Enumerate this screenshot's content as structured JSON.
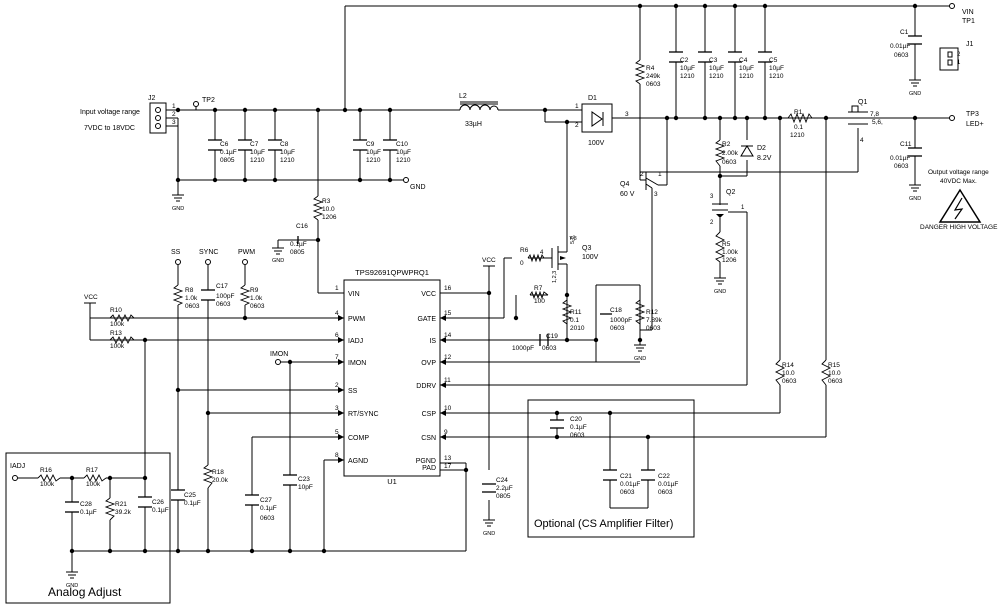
{
  "ic": {
    "part": "TPS92691QPWPRQ1",
    "ref": "U1",
    "pins_left": [
      {
        "num": "1",
        "name": "VIN"
      },
      {
        "num": "4",
        "name": "PWM"
      },
      {
        "num": "6",
        "name": "IADJ"
      },
      {
        "num": "7",
        "name": "IMON"
      },
      {
        "num": "2",
        "name": "SS"
      },
      {
        "num": "3",
        "name": "RT/SYNC"
      },
      {
        "num": "5",
        "name": "COMP"
      },
      {
        "num": "8",
        "name": "AGND"
      }
    ],
    "pins_right": [
      {
        "num": "16",
        "name": "VCC"
      },
      {
        "num": "15",
        "name": "GATE"
      },
      {
        "num": "14",
        "name": "IS"
      },
      {
        "num": "12",
        "name": "OVP"
      },
      {
        "num": "11",
        "name": "DDRV"
      },
      {
        "num": "10",
        "name": "CSP"
      },
      {
        "num": "9",
        "name": "CSN"
      },
      {
        "num": "13",
        "name": "PGND"
      },
      {
        "num": "17",
        "name": "PAD"
      }
    ]
  },
  "input": {
    "connector": "J2",
    "range_label": "Input voltage range",
    "range_value": "7VDC to 18VDC",
    "testpoint": "TP2",
    "pins": [
      "1",
      "2",
      "3"
    ]
  },
  "output": {
    "vin_label": "VIN",
    "tp1": "TP1",
    "connector": "J1",
    "j1_pins": [
      "2",
      "1"
    ],
    "tp3": "TP3",
    "led_label": "LED+",
    "range_label": "Output voltage range",
    "range_value": "40VDC Max.",
    "warning": "DANGER HIGH VOLTAGE"
  },
  "nets": {
    "gnd": "GND",
    "vcc": "VCC",
    "ss": "SS",
    "sync": "SYNC",
    "pwm": "PWM",
    "imon": "IMON",
    "iadj": "IADJ"
  },
  "components": {
    "C6": [
      "C6",
      "0.1µF",
      "0805"
    ],
    "C7": [
      "C7",
      "10µF",
      "1210"
    ],
    "C8": [
      "C8",
      "10µF",
      "1210"
    ],
    "C9": [
      "C9",
      "10µF",
      "1210"
    ],
    "C10": [
      "C10",
      "10µF",
      "1210"
    ],
    "L2": [
      "L2",
      "33µH"
    ],
    "D1": [
      "D1",
      "100V"
    ],
    "R4": [
      "R4",
      "249k",
      "0603"
    ],
    "C2": [
      "C2",
      "10µF",
      "1210"
    ],
    "C3": [
      "C3",
      "10µF",
      "1210"
    ],
    "C4": [
      "C4",
      "10µF",
      "1210"
    ],
    "C5": [
      "C5",
      "10µF",
      "1210"
    ],
    "C1": [
      "C1",
      "0.01µF",
      "0603"
    ],
    "R1": [
      "R1",
      "0.1",
      "1210"
    ],
    "Q1": [
      "Q1",
      "5,6,",
      "7,8",
      "4"
    ],
    "C11": [
      "C11",
      "0.01µF",
      "0603"
    ],
    "R2": [
      "R2",
      "2.00k",
      "0603"
    ],
    "D2": [
      "D2",
      "8.2V"
    ],
    "Q2": [
      "Q2"
    ],
    "Q4": [
      "Q4",
      "60 V"
    ],
    "R5": [
      "R5",
      "1.00k",
      "1206"
    ],
    "R3": [
      "R3",
      "10.0",
      "1206"
    ],
    "C16": [
      "C16",
      "0.1µF",
      "0805"
    ],
    "R6": [
      "R6",
      "0"
    ],
    "Q3": [
      "Q3",
      "100V",
      "5,6,",
      "7,8",
      "1,2,3",
      "4"
    ],
    "R7": [
      "R7",
      "100"
    ],
    "R11": [
      "R11",
      "0.1",
      "2010"
    ],
    "C18": [
      "C18",
      "1000pF",
      "0603"
    ],
    "R12": [
      "R12",
      "7.89k",
      "0603"
    ],
    "C19": [
      "C19",
      "1000pF",
      "0603"
    ],
    "R8": [
      "R8",
      "1.0k",
      "0603"
    ],
    "C17": [
      "C17",
      "100pF",
      "0603"
    ],
    "R9": [
      "R9",
      "1.0k",
      "0603"
    ],
    "R10": [
      "R10",
      "100k"
    ],
    "R13": [
      "R13",
      "100k"
    ],
    "R14": [
      "R14",
      "10.0",
      "0603"
    ],
    "R15": [
      "R15",
      "10.0",
      "0603"
    ],
    "C20": [
      "C20",
      "0.1µF",
      "0603"
    ],
    "C21": [
      "C21",
      "0.01µF",
      "0603"
    ],
    "C22": [
      "C22",
      "0.01µF",
      "0603"
    ],
    "C24": [
      "C24",
      "2.2µF",
      "0805"
    ],
    "R16": [
      "R16",
      "100k"
    ],
    "R17": [
      "R17",
      "100k"
    ],
    "C28": [
      "C28",
      "0.1µF"
    ],
    "R21": [
      "R21",
      "39.2k"
    ],
    "C26": [
      "C26",
      "0.1µF"
    ],
    "C25": [
      "C25",
      "0.1µF"
    ],
    "R18": [
      "R18",
      "20.0k"
    ],
    "C27": [
      "C27",
      "0.1µF",
      "0603"
    ],
    "C23": [
      "C23",
      "10pF"
    ]
  },
  "pin_numbers": {
    "d1_a": "1",
    "d1_b": "2",
    "d1_k": "3",
    "q2_d": "3",
    "q2_g": "1",
    "q2_s": "2",
    "q4_b": "2",
    "q4_c": "1",
    "q4_e": "3"
  },
  "boxes": {
    "analog_adjust": "Analog Adjust",
    "cs_filter": "Optional (CS Amplifier Filter)"
  }
}
